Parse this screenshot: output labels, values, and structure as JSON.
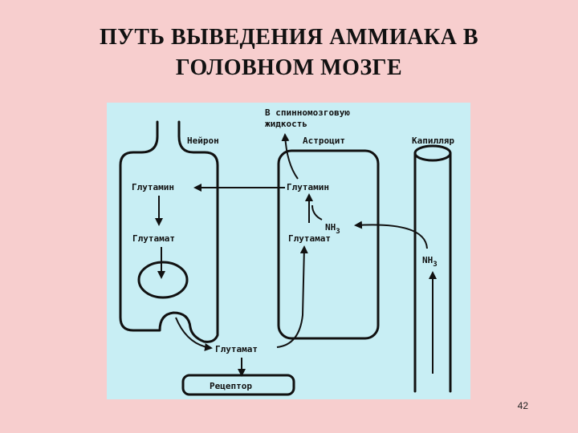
{
  "slide": {
    "title_line1": "ПУТЬ ВЫВЕДЕНИЯ АММИАКА В",
    "title_line2": "ГОЛОВНОМ МОЗГЕ",
    "page_number": "42"
  },
  "diagram": {
    "csf_line1": "В спинномозговую",
    "csf_line2": "жидкость",
    "neuron": "Нейрон",
    "astrocyte": "Астроцит",
    "capillary": "Капилляр",
    "glutamine_neuron": "Глутамин",
    "glutamine_astro": "Глутамин",
    "glutamate_neuron": "Глутамат",
    "glutamate_astro": "Глутамат",
    "glutamate_synapse": "Глутамат",
    "receptor": "Рецептор",
    "nh3_astro": "NH",
    "nh3_astro_sub": "3",
    "nh3_capillary": "NH",
    "nh3_capillary_sub": "3"
  },
  "colors": {
    "slide_background": "#f7cece",
    "diagram_background": "#c8eef4",
    "stroke": "#111111"
  }
}
